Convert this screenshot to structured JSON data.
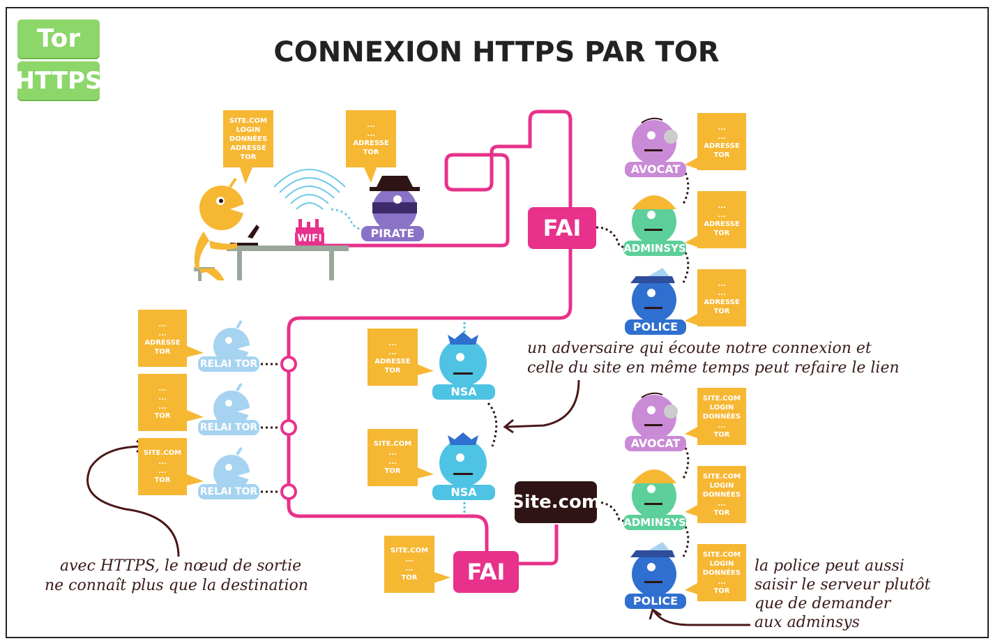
{
  "badges": {
    "tor": "Tor",
    "https": "HTTPS"
  },
  "title": "CONNEXION HTTPS PAR TOR",
  "user_card": [
    "SITE.COM",
    "LOGIN",
    "DONNÉES",
    "ADRESSE",
    "TOR"
  ],
  "pirate_card": [
    "...",
    "...",
    "ADRESSE",
    "TOR"
  ],
  "wifi_label": "WIFI",
  "pirate_label": "PIRATE",
  "fai_label": "FAI",
  "site_label": "Site.com",
  "isp_side": {
    "avocat_label": "AVOCAT",
    "adminsys_label": "ADMINSYS",
    "police_label": "POLICE",
    "card": [
      "...",
      "...",
      "ADRESSE",
      "TOR"
    ]
  },
  "site_side": {
    "avocat_label": "AVOCAT",
    "adminsys_label": "ADMINSYS",
    "police_label": "POLICE",
    "card_avocat": [
      "SITE.COM",
      "LOGIN",
      "DONNÉES",
      "...",
      "TOR"
    ],
    "card_adminsys": [
      "SITE.COM",
      "LOGIN",
      "DONNÉES",
      "...",
      "TOR"
    ],
    "card_police": [
      "SITE.COM",
      "LOGIN",
      "DONNÉES",
      "...",
      "TOR"
    ]
  },
  "relays": {
    "label": "RELAI TOR",
    "card1": [
      "...",
      "...",
      "ADRESSE",
      "TOR"
    ],
    "card2": [
      "...",
      "...",
      "...",
      "TOR"
    ],
    "card3": [
      "SITE.COM",
      "...",
      "...",
      "TOR"
    ]
  },
  "nsa": {
    "label": "NSA",
    "card1": [
      "...",
      "...",
      "ADRESSE",
      "TOR"
    ],
    "card2": [
      "SITE.COM",
      "...",
      "...",
      "TOR"
    ]
  },
  "fai2_card": [
    "SITE.COM",
    "...",
    "...",
    "TOR"
  ],
  "notes": {
    "adversary_line1": "un adversaire qui écoute notre connexion et",
    "adversary_line2": "celle du site en même temps peut refaire le lien",
    "exit_line1": "avec HTTPS, le nœud de sortie",
    "exit_line2": "ne connaît plus que la destination",
    "police_line1": "la police peut aussi",
    "police_line2": "saisir le serveur plutôt",
    "police_line3": "que de demander",
    "police_line4": "aux adminsys"
  },
  "colors": {
    "pink": "#e8318a",
    "orange": "#f6b733",
    "green_badge": "#8cd66a",
    "lightblue": "#a6d3f0",
    "cyan": "#4ec3e3",
    "purple": "#8a72c6",
    "violet": "#c98ad6",
    "mint": "#5ccf9a",
    "blue": "#2f6fcf",
    "dark": "#2e1414"
  }
}
